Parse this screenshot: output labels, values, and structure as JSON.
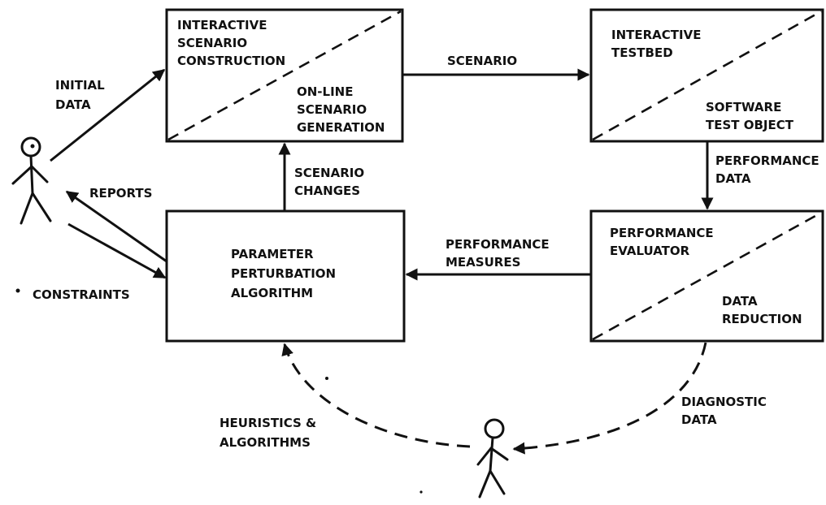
{
  "boxes": {
    "construction": {
      "title": [
        "INTERACTIVE",
        "SCENARIO",
        "CONSTRUCTION"
      ],
      "sub": [
        "ON-LINE",
        "SCENARIO",
        "GENERATION"
      ]
    },
    "testbed": {
      "title": [
        "INTERACTIVE",
        "TESTBED"
      ],
      "sub": [
        "SOFTWARE",
        "TEST OBJECT"
      ]
    },
    "evaluator": {
      "title": [
        "PERFORMANCE",
        "EVALUATOR"
      ],
      "sub": [
        "DATA",
        "REDUCTION"
      ]
    },
    "perturbation": {
      "title": [
        "PARAMETER",
        "PERTURBATION",
        "ALGORITHM"
      ]
    }
  },
  "labels": {
    "initial_data": [
      "INITIAL",
      "DATA"
    ],
    "scenario": "SCENARIO",
    "performance_data": [
      "PERFORMANCE",
      "DATA"
    ],
    "performance_measures": [
      "PERFORMANCE",
      "MEASURES"
    ],
    "scenario_changes": [
      "SCENARIO",
      "CHANGES"
    ],
    "reports": "REPORTS",
    "constraints": "CONSTRAINTS",
    "diagnostic_data": [
      "DIAGNOSTIC",
      "DATA"
    ],
    "heuristics": [
      "HEURISTICS &",
      "ALGORITHMS"
    ]
  }
}
